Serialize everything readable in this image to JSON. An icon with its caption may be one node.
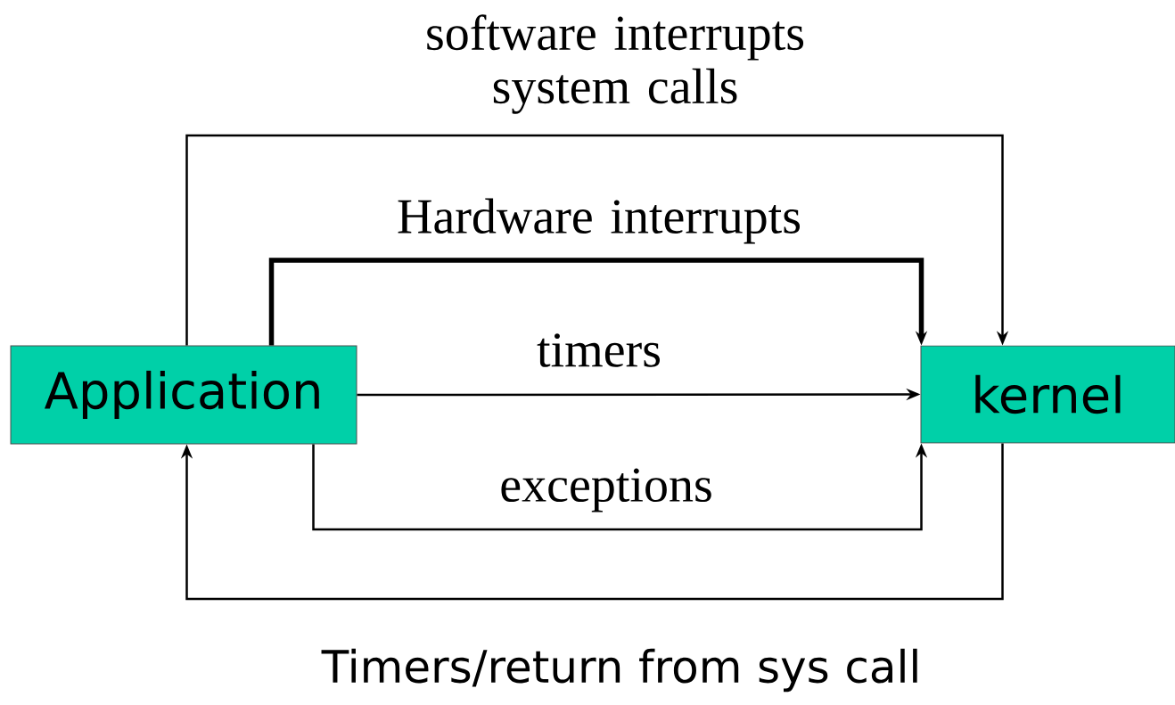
{
  "diagram": {
    "nodes": [
      {
        "text": [
          "Application"
        ]
      },
      {
        "text": [
          "kernel"
        ]
      }
    ],
    "edges": [
      {
        "from": 0,
        "to": 1,
        "arrow": "to",
        "label": "software interrupts system calls"
      },
      {
        "from": 0,
        "to": 1,
        "arrow": "to",
        "label": "Hardware interrupts",
        "style": "thick"
      },
      {
        "from": 0,
        "to": 1,
        "arrow": "to",
        "label": "timers"
      },
      {
        "from": 0,
        "to": 1,
        "arrow": "to",
        "label": "exceptions"
      },
      {
        "from": 1,
        "to": 0,
        "arrow": "to",
        "label": "Timers/return from sys call"
      }
    ]
  }
}
